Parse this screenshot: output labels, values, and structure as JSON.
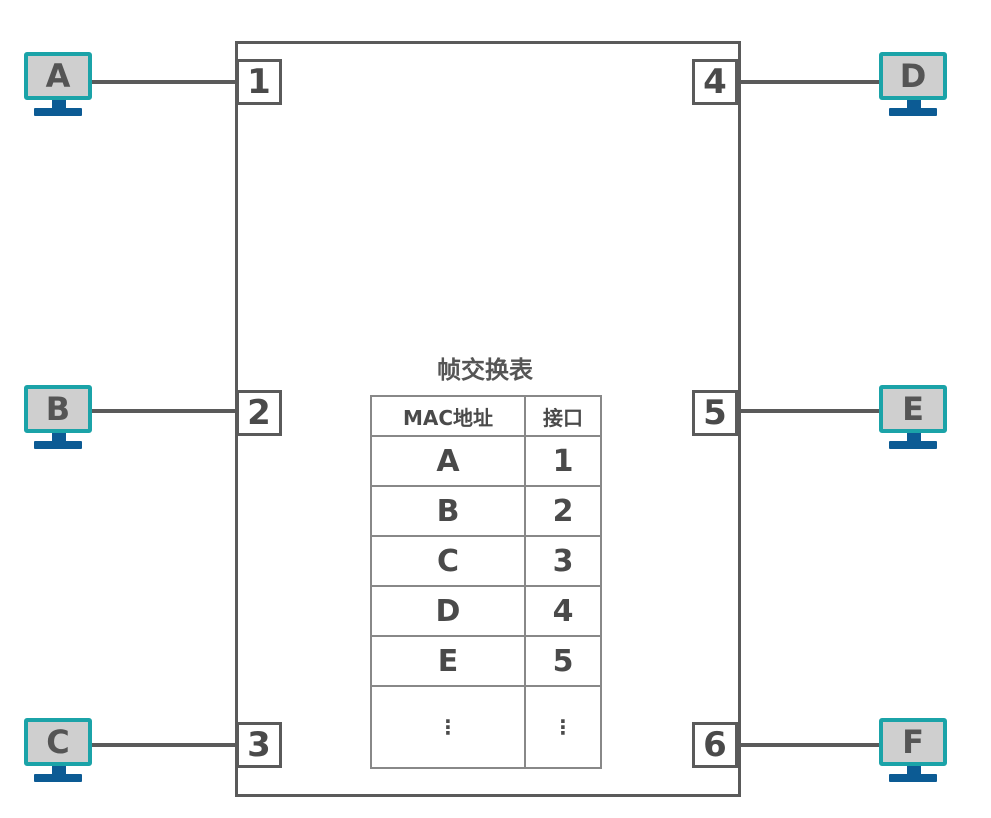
{
  "table": {
    "title": "帧交换表",
    "headers": [
      "MAC地址",
      "接口"
    ],
    "rows": [
      [
        "A",
        "1"
      ],
      [
        "B",
        "2"
      ],
      [
        "C",
        "3"
      ],
      [
        "D",
        "4"
      ],
      [
        "E",
        "5"
      ],
      [
        "⋮",
        "⋮"
      ]
    ]
  },
  "ports": {
    "left": [
      "1",
      "2",
      "3"
    ],
    "right": [
      "4",
      "5",
      "6"
    ]
  },
  "hosts": {
    "left": [
      "A",
      "B",
      "C"
    ],
    "right": [
      "D",
      "E",
      "F"
    ]
  },
  "colors": {
    "monitor_border": "#1ba3a8",
    "stand": "#0c5b94",
    "line": "#5a5a5a"
  }
}
